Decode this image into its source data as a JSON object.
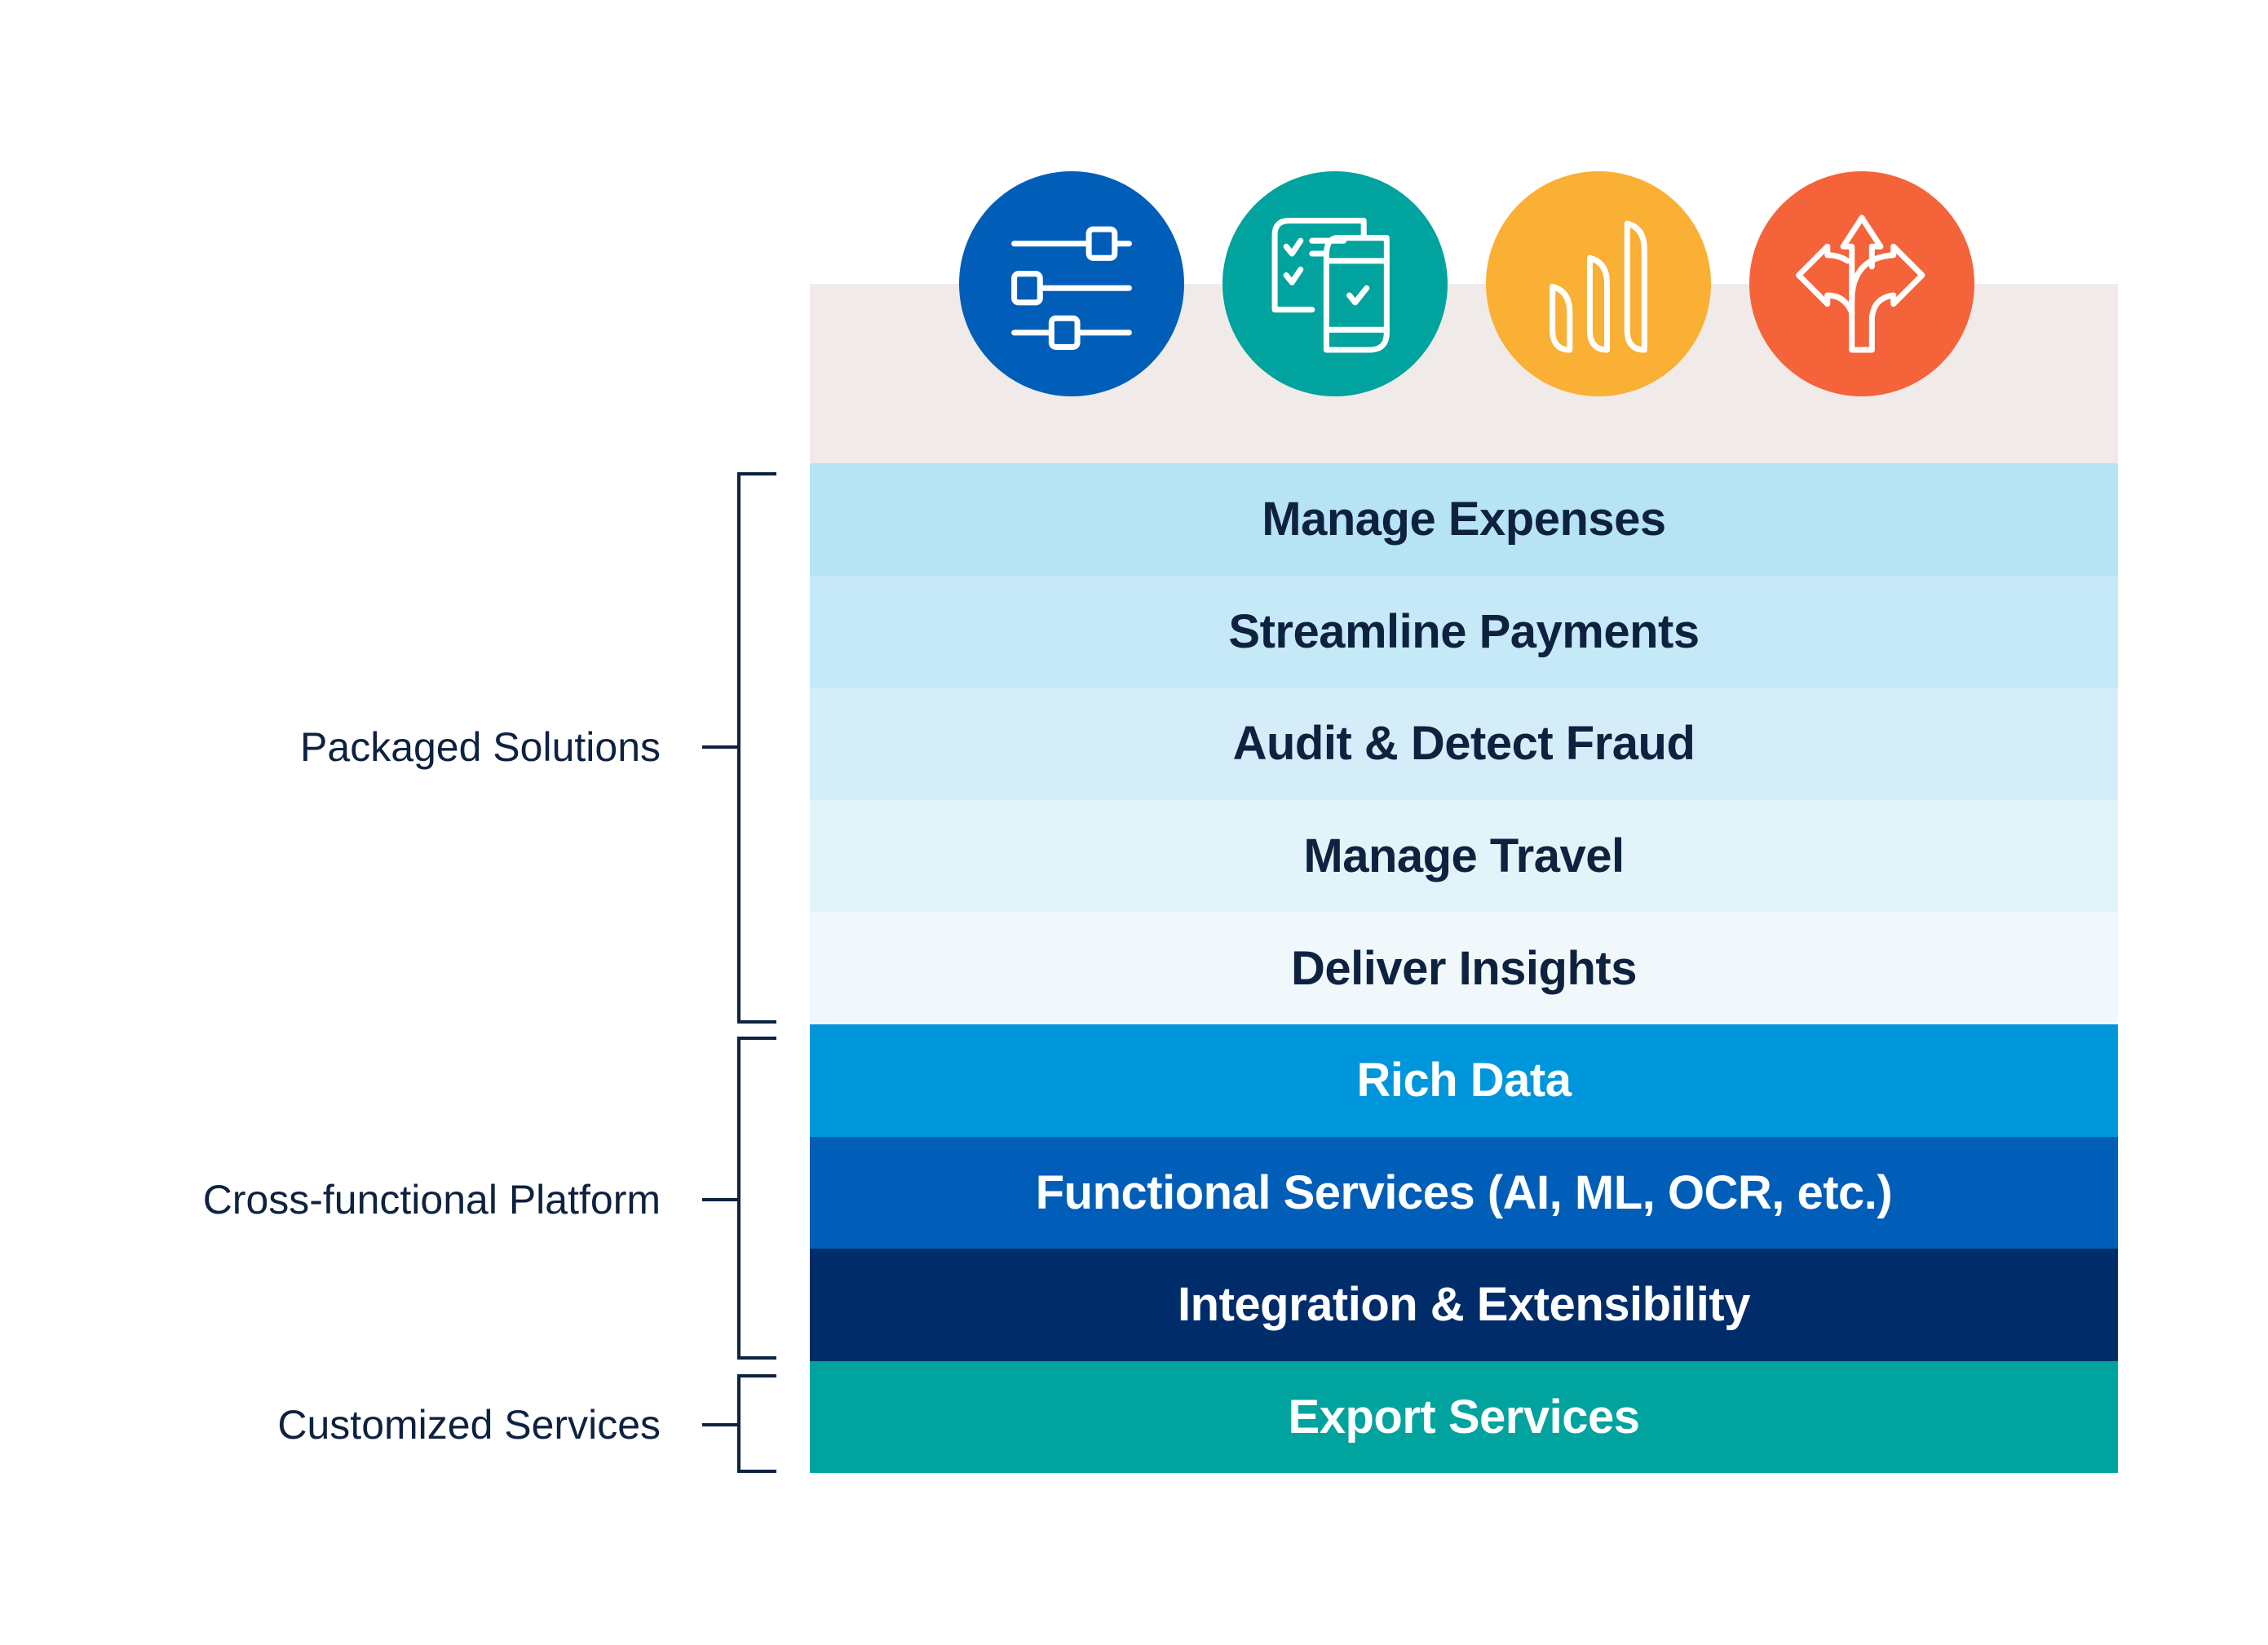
{
  "colors": {
    "text_dark": "#0e2240",
    "text_light": "#ffffff",
    "backdrop": "#f0ebe9"
  },
  "icons": [
    {
      "name": "sliders-icon",
      "color": "#005eb8"
    },
    {
      "name": "checklist-mobile-icon",
      "color": "#00a39d"
    },
    {
      "name": "bar-chart-icon",
      "color": "#f9b035"
    },
    {
      "name": "decision-arrows-icon",
      "color": "#f4633a"
    }
  ],
  "layers": [
    {
      "label": "Manage Expenses",
      "bg": "#b7e4f5",
      "fg": "#0e2240",
      "group": "packaged"
    },
    {
      "label": "Streamline Payments",
      "bg": "#c6e9f8",
      "fg": "#0e2240",
      "group": "packaged"
    },
    {
      "label": "Audit & Detect Fraud",
      "bg": "#d4edf9",
      "fg": "#0e2240",
      "group": "packaged"
    },
    {
      "label": "Manage Travel",
      "bg": "#e2f3fa",
      "fg": "#0e2240",
      "group": "packaged"
    },
    {
      "label": "Deliver Insights",
      "bg": "#f0f8fc",
      "fg": "#0e2240",
      "group": "packaged"
    },
    {
      "label": "Rich Data",
      "bg": "#0096db",
      "fg": "#ffffff",
      "group": "platform"
    },
    {
      "label": "Functional Services (AI, ML, OCR, etc.)",
      "bg": "#005eb8",
      "fg": "#ffffff",
      "group": "platform"
    },
    {
      "label": "Integration & Extensibility",
      "bg": "#002d6a",
      "fg": "#ffffff",
      "group": "platform"
    },
    {
      "label": "Export Services",
      "bg": "#00a39d",
      "fg": "#ffffff",
      "group": "customized"
    }
  ],
  "groups": [
    {
      "label": "Packaged Solutions"
    },
    {
      "label": "Cross-functional Platform"
    },
    {
      "label": "Customized Services"
    }
  ]
}
